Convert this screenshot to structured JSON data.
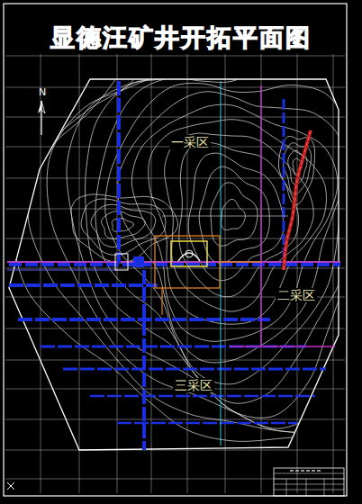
{
  "diagram": {
    "title": "显德汪矿井开拓平面图",
    "labels": [
      "N",
      "一采区",
      "二采区",
      "三采区"
    ]
  }
}
